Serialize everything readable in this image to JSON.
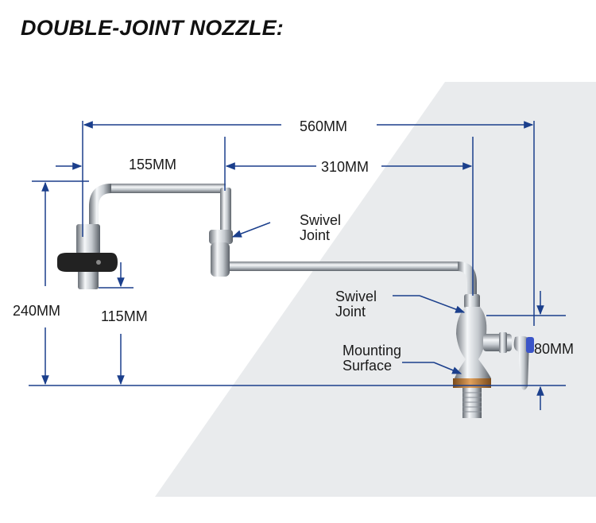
{
  "title": "DOUBLE-JOINT NOZZLE:",
  "dimensions": {
    "total_length": "560MM",
    "spout_segment": "155MM",
    "long_arm": "310MM",
    "total_height": "240MM",
    "nozzle_clearance": "115MM",
    "base_height": "80MM"
  },
  "callouts": {
    "swivel_upper": {
      "line1": "Swivel",
      "line2": "Joint"
    },
    "swivel_lower": {
      "line1": "Swivel",
      "line2": "Joint"
    },
    "mounting": {
      "line1": "Mounting",
      "line2": "Surface"
    }
  },
  "colors": {
    "dimension_line": "#1b3f8c",
    "chrome_dark": "#6f757c",
    "chrome_light": "#f4f6f8",
    "backdrop": "#e9ebed",
    "knob": "#222222",
    "brass": "#b7702e"
  }
}
